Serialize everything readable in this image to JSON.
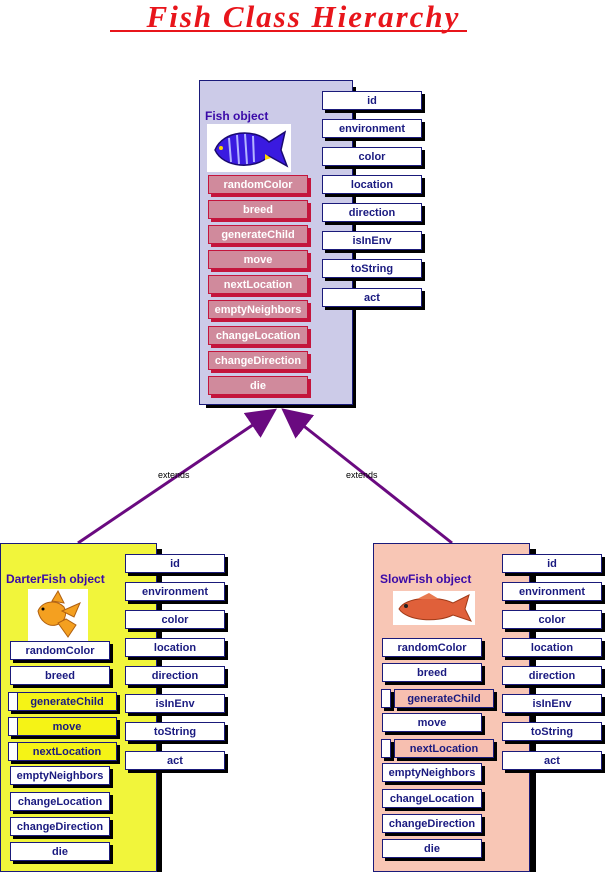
{
  "title": "Fish Class Hierarchy",
  "extends_label": "extends",
  "colors": {
    "title": "#e8151b",
    "fish_panel": "#cccbe8",
    "darter_panel": "#f1f53b",
    "slow_panel": "#f8c6b5",
    "arrow": "#6a0a80",
    "private_method": "#d08a9c"
  },
  "fish": {
    "label": "Fish object",
    "public_methods": [
      "id",
      "environment",
      "color",
      "location",
      "direction",
      "isInEnv",
      "toString",
      "act"
    ],
    "private_methods": [
      "randomColor",
      "breed",
      "generateChild",
      "move",
      "nextLocation",
      "emptyNeighbors",
      "changeLocation",
      "changeDirection",
      "die"
    ]
  },
  "darter": {
    "label": "DarterFish object",
    "public_methods": [
      "id",
      "environment",
      "color",
      "location",
      "direction",
      "isInEnv",
      "toString",
      "act"
    ],
    "methods": [
      "randomColor",
      "breed",
      "generateChild",
      "move",
      "nextLocation",
      "emptyNeighbors",
      "changeLocation",
      "changeDirection",
      "die"
    ]
  },
  "slow": {
    "label": "SlowFish object",
    "public_methods": [
      "id",
      "environment",
      "color",
      "location",
      "direction",
      "isInEnv",
      "toString",
      "act"
    ],
    "methods": [
      "randomColor",
      "breed",
      "generateChild",
      "move",
      "nextLocation",
      "emptyNeighbors",
      "changeLocation",
      "changeDirection",
      "die"
    ]
  }
}
